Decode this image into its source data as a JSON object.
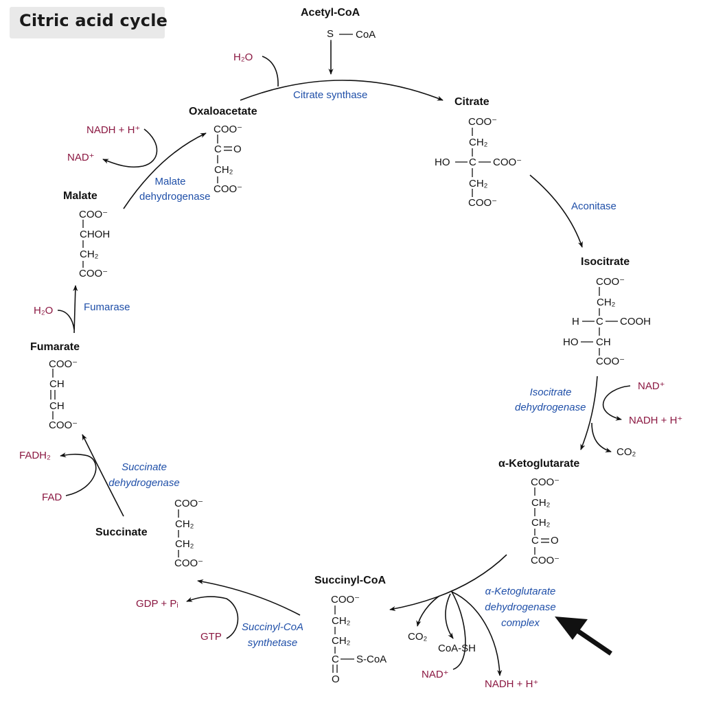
{
  "title": "Citric acid cycle",
  "colors": {
    "enzyme": "#1f4fa8",
    "cofactor": "#8a1640",
    "structure": "#111111",
    "title_bg": "#e9e9e9"
  },
  "compounds": {
    "acetyl_coa": {
      "name": "Acetyl-CoA",
      "s": "S",
      "coa": "CoA"
    },
    "citrate": {
      "name": "Citrate",
      "coo_top": "COO⁻",
      "ch2_top": "CH₂",
      "ho": "HO",
      "c": "C",
      "coo_right": "COO⁻",
      "ch2_bottom": "CH₂",
      "coo_bottom": "COO⁻"
    },
    "isocitrate": {
      "name": "Isocitrate",
      "coo_top": "COO⁻",
      "ch2": "CH₂",
      "h": "H",
      "c": "C",
      "cooh": "COOH",
      "ho": "HO",
      "ch": "CH",
      "coo_bottom": "COO⁻"
    },
    "alpha_kg": {
      "name": "α-Ketoglutarate",
      "coo_top": "COO⁻",
      "ch2_1": "CH₂",
      "ch2_2": "CH₂",
      "c": "C",
      "o": "O",
      "coo_bottom": "COO⁻"
    },
    "succinyl_coa": {
      "name": "Succinyl-CoA",
      "coo": "COO⁻",
      "ch2_1": "CH₂",
      "ch2_2": "CH₂",
      "c": "C",
      "scoa": "S-CoA",
      "o": "O"
    },
    "succinate": {
      "name": "Succinate",
      "coo_top": "COO⁻",
      "ch2_1": "CH₂",
      "ch2_2": "CH₂",
      "coo_bottom": "COO⁻"
    },
    "fumarate": {
      "name": "Fumarate",
      "coo_top": "COO⁻",
      "ch_1": "CH",
      "ch_2": "CH",
      "coo_bottom": "COO⁻"
    },
    "malate": {
      "name": "Malate",
      "coo_top": "COO⁻",
      "choh": "CHOH",
      "ch2": "CH₂",
      "coo_bottom": "COO⁻"
    },
    "oxaloacetate": {
      "name": "Oxaloacetate",
      "coo_top": "COO⁻",
      "c": "C",
      "o": "O",
      "ch2": "CH₂",
      "coo_bottom": "COO⁻"
    }
  },
  "enzymes": {
    "citrate_synthase": "Citrate synthase",
    "aconitase": "Aconitase",
    "isocitrate_dh_1": "Isocitrate",
    "isocitrate_dh_2": "dehydrogenase",
    "akg_dh_1": "α-Ketoglutarate",
    "akg_dh_2": "dehydrogenase",
    "akg_dh_3": "complex",
    "succinyl_coa_synthetase_1": "Succinyl-CoA",
    "succinyl_coa_synthetase_2": "synthetase",
    "succinate_dh_1": "Succinate",
    "succinate_dh_2": "dehydrogenase",
    "fumarase": "Fumarase",
    "malate_dh_1": "Malate",
    "malate_dh_2": "dehydrogenase"
  },
  "cofactors": {
    "h2o_top": "H₂O",
    "nad_isocitrate": "NAD⁺",
    "nadh_isocitrate": "NADH + H⁺",
    "co2_isocitrate": "CO₂",
    "co2_akg": "CO₂",
    "coash_akg": "CoA-SH",
    "nad_akg": "NAD⁺",
    "nadh_akg": "NADH + H⁺",
    "gdp_pi": "GDP + Pᵢ",
    "gtp": "GTP",
    "fadh2": "FADH₂",
    "fad": "FAD",
    "h2o_fumarase": "H₂O",
    "nadh_malate": "NADH + H⁺",
    "nad_malate": "NAD⁺"
  }
}
